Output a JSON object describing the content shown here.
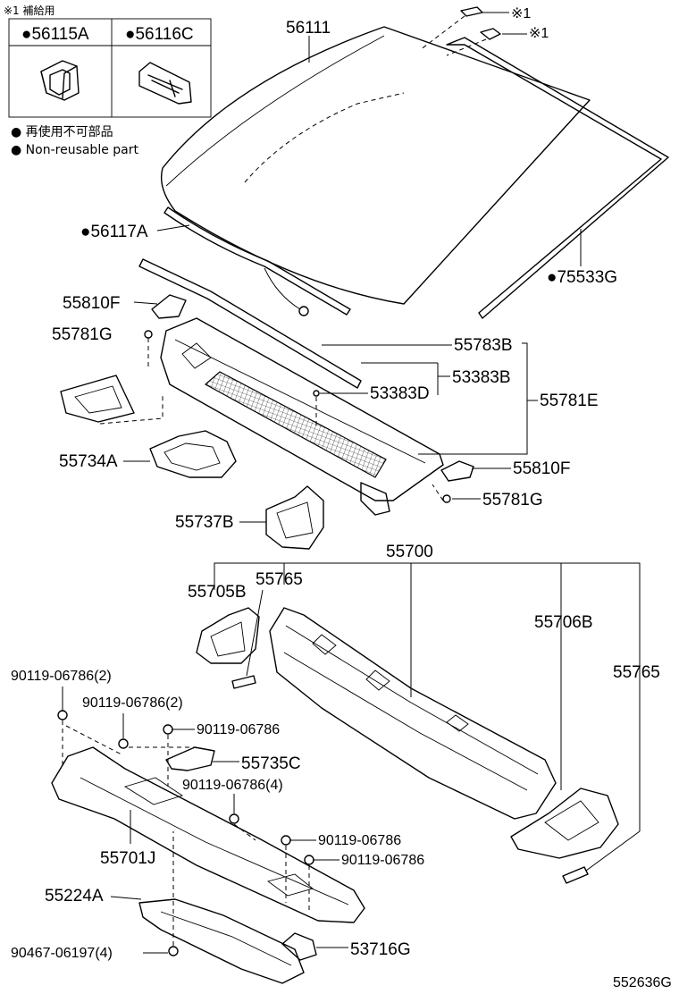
{
  "legend": {
    "supply_note": "※1 補給用",
    "box_left_label": "●56115A",
    "box_right_label": "●56116C",
    "nonreusable_jp": "● 再使用不可部品",
    "nonreusable_en": "● Non-reusable part"
  },
  "labels": {
    "p56111": "56111",
    "ref1a": "※1",
    "ref1b": "※1",
    "p56117A": "●56117A",
    "p75533G": "●75533G",
    "p55810F_top": "55810F",
    "p55781G_top": "55781G",
    "p55783B": "55783B",
    "p53383B": "53383B",
    "p53383D": "53383D",
    "p55781E": "55781E",
    "p55734A": "55734A",
    "p55810F_right": "55810F",
    "p55781G_right": "55781G",
    "p55737B": "55737B",
    "p55700": "55700",
    "p55705B": "55705B",
    "p55765_top": "55765",
    "p55706B": "55706B",
    "p55765_right": "55765",
    "b90119_2a": "90119-06786(2)",
    "b90119_2b": "90119-06786(2)",
    "b90119_a": "90119-06786",
    "p55735C": "55735C",
    "b90119_4": "90119-06786(4)",
    "b90119_b": "90119-06786",
    "b90119_c": "90119-06786",
    "p55701J": "55701J",
    "p55224A": "55224A",
    "b90467": "90467-06197(4)",
    "p53716G": "53716G",
    "figure_no": "552636G"
  }
}
